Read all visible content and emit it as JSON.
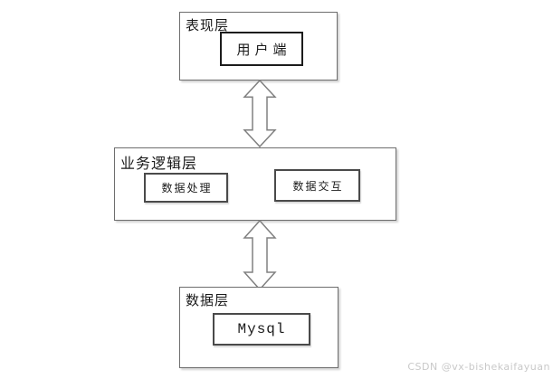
{
  "diagram": {
    "layers": {
      "presentation": {
        "label": "表现层",
        "node": "用户端"
      },
      "business": {
        "label": "业务逻辑层",
        "node_left": "数据处理",
        "node_right": "数据交互"
      },
      "data": {
        "label": "数据层",
        "node": "Mysql"
      }
    },
    "connectors": {
      "top_middle": "bidirectional-vertical-arrow",
      "middle_bottom": "bidirectional-vertical-arrow"
    }
  },
  "watermark": {
    "text": "CSDN @vx-bishekaifayuan"
  },
  "colors": {
    "background": "#ffffff",
    "layer_border": "#6e6e6e",
    "client_node_border": "#1c1c1c",
    "node_border": "#4a4a4a",
    "arrow_fill": "#ffffff",
    "arrow_stroke": "#808080",
    "text": "#1a1a1a",
    "watermark": "#c9c9c9"
  }
}
